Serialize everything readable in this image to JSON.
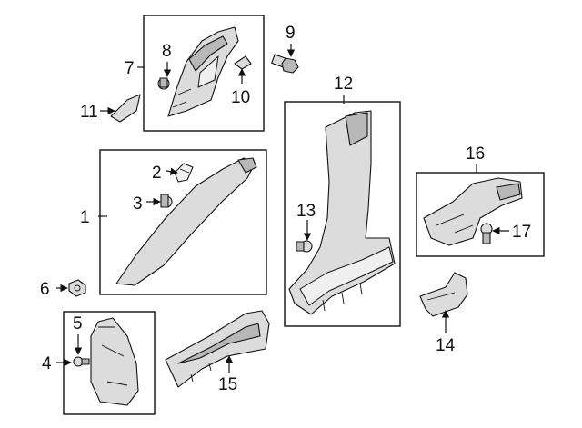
{
  "callouts": {
    "c1": "1",
    "c2": "2",
    "c3": "3",
    "c4": "4",
    "c5": "5",
    "c6": "6",
    "c7": "7",
    "c8": "8",
    "c9": "9",
    "c10": "10",
    "c11": "11",
    "c12": "12",
    "c13": "13",
    "c14": "14",
    "c15": "15",
    "c16": "16",
    "c17": "17"
  },
  "colors": {
    "line": "#111111",
    "fill": "#dcdcdc",
    "shade": "#b8b8b8",
    "background": "#ffffff"
  }
}
